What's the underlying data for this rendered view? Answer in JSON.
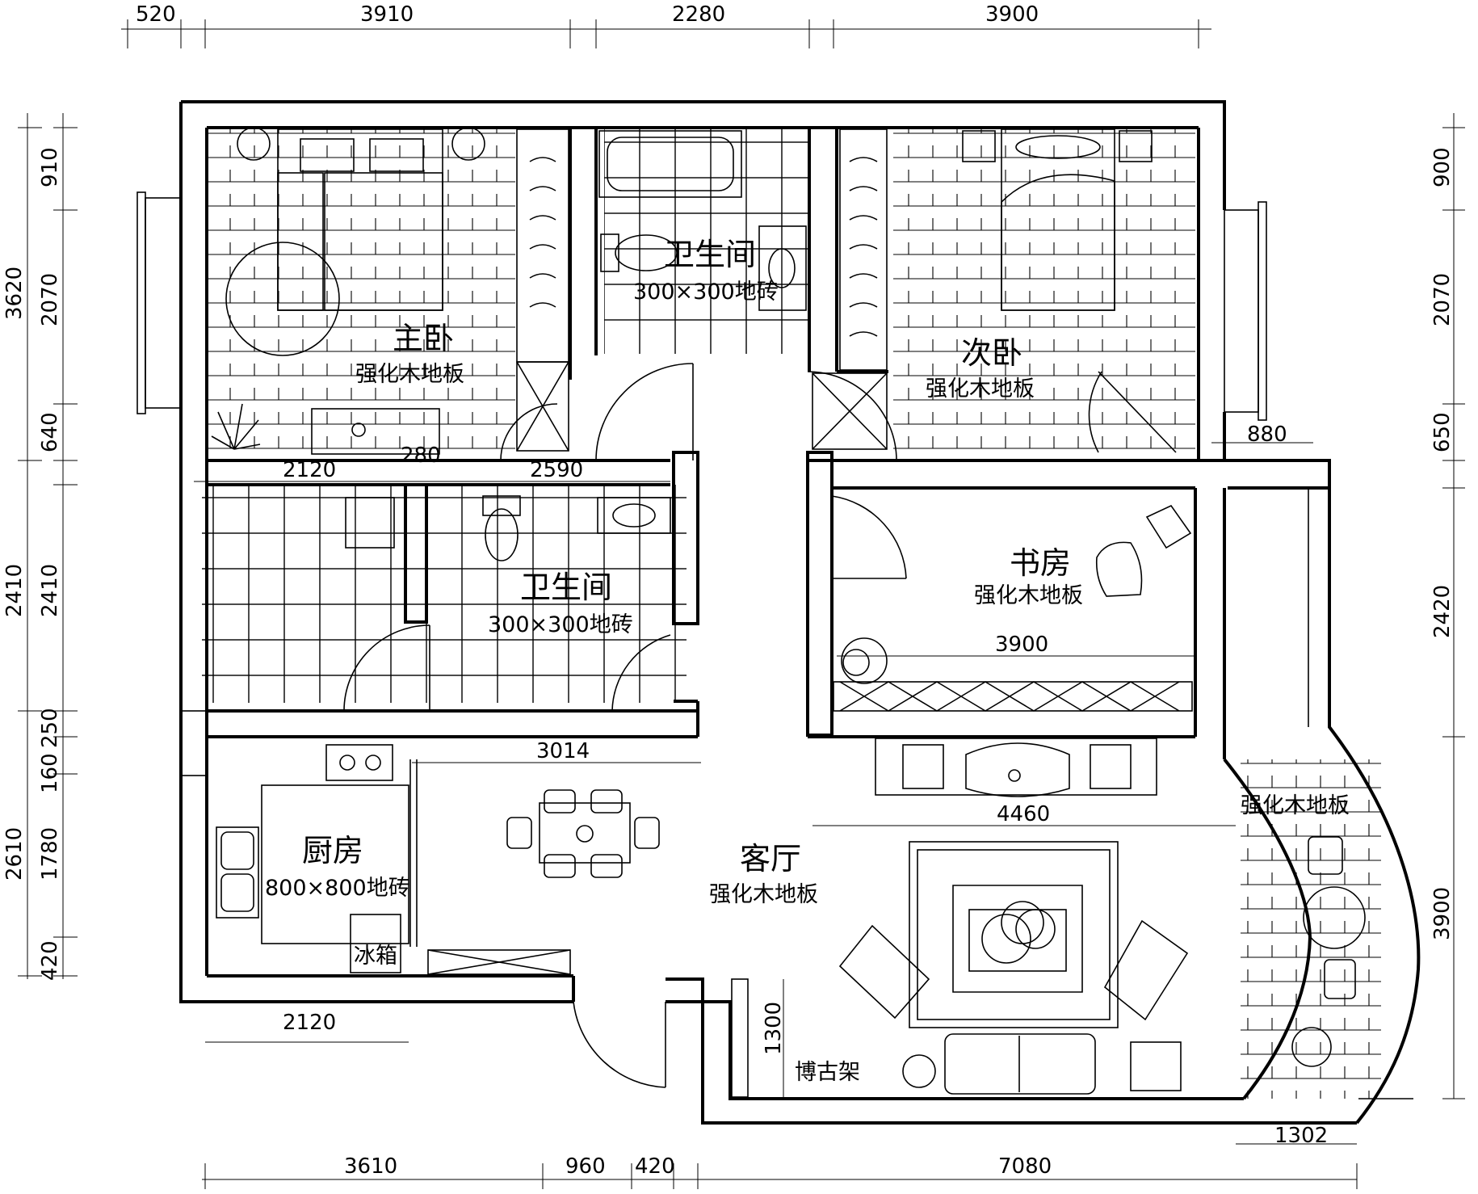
{
  "dimensions": {
    "top": [
      "520",
      "3910",
      "2280",
      "3900"
    ],
    "bottom": [
      "3610",
      "960",
      "420",
      "7080"
    ],
    "left_outer": [
      "3620",
      "2410",
      "2610"
    ],
    "left_inner": [
      "910",
      "2070",
      "640",
      "2410",
      "250",
      "160",
      "1780",
      "420"
    ],
    "right": [
      "900",
      "2070",
      "650",
      "2420",
      "3900"
    ],
    "interior": {
      "d2120_upper": "2120",
      "d280": "280",
      "d2590": "2590",
      "d880": "880",
      "d3900_study": "3900",
      "d3014": "3014",
      "d4460": "4460",
      "d2120_lower": "2120",
      "d1300": "1300",
      "d1302": "1302"
    }
  },
  "rooms": {
    "master_bedroom": {
      "name": "主卧",
      "floor": "强化木地板"
    },
    "bathroom_upper": {
      "name": "卫生间",
      "floor": "300×300地砖"
    },
    "second_bedroom": {
      "name": "次卧",
      "floor": "强化木地板"
    },
    "bathroom_lower": {
      "name": "卫生间",
      "floor": "300×300地砖"
    },
    "study": {
      "name": "书房",
      "floor": "强化木地板"
    },
    "kitchen": {
      "name": "厨房",
      "floor": "800×800地砖"
    },
    "living_room": {
      "name": "客厅",
      "floor": "强化木地板"
    },
    "balcony": {
      "floor": "强化木地板"
    }
  },
  "labels": {
    "fridge": "冰箱",
    "display_shelf": "博古架"
  }
}
